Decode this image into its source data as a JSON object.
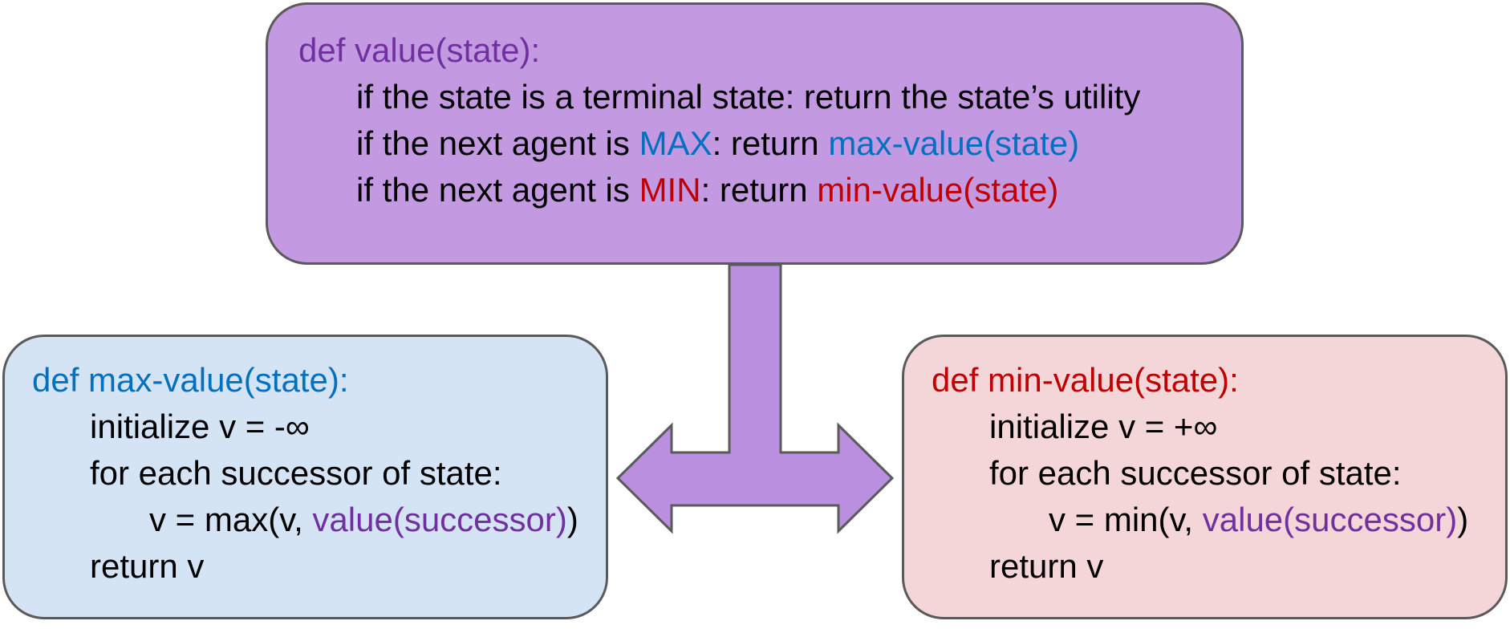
{
  "colors": {
    "value_box_fill": "#c39ae2",
    "max_box_fill": "#d5e4f5",
    "min_box_fill": "#f4d6d8",
    "arrow_fill": "#bb8fe0",
    "purple_text": "#7030a0",
    "blue_text": "#0070c0",
    "red_text": "#c00000"
  },
  "value_function": {
    "signature": "def value(state):",
    "line1": "if the state is a terminal state: return the state’s utility",
    "line2_prefix": "if the next agent is ",
    "line2_agent": "MAX",
    "line2_mid": ": return ",
    "line2_call": "max-value(state)",
    "line3_prefix": "if the next agent is ",
    "line3_agent": "MIN",
    "line3_mid": ": return ",
    "line3_call": "min-value(state)"
  },
  "max_value_function": {
    "signature": "def max-value(state):",
    "init": "initialize v = -∞",
    "loop": "for each successor of state:",
    "update_prefix": "v = max(v, ",
    "update_call": "value(successor)",
    "update_suffix": ")",
    "ret": "return v"
  },
  "min_value_function": {
    "signature": "def min-value(state):",
    "init": "initialize v = +∞",
    "loop": "for each successor of state:",
    "update_prefix": "v = min(v, ",
    "update_call": "value(successor)",
    "update_suffix": ")",
    "ret": "return v"
  }
}
